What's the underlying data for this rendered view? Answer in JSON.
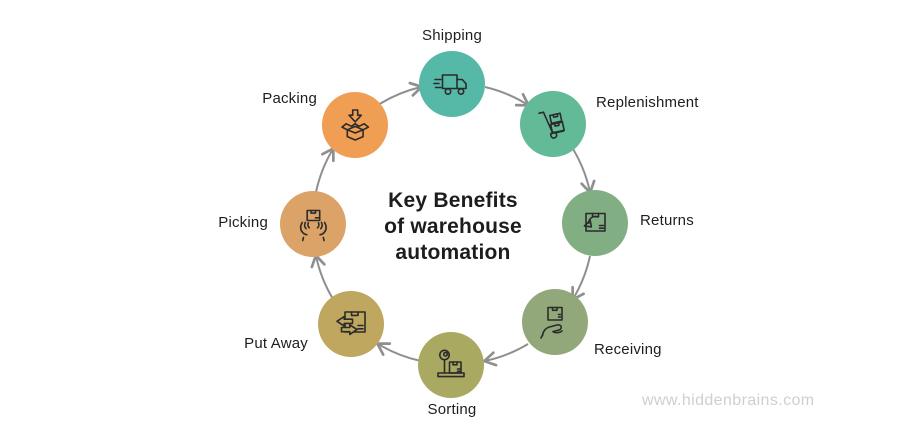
{
  "diagram": {
    "title": {
      "line1": "Key Benefits",
      "line2": "of warehouse",
      "line3": "automation"
    },
    "watermark": "www.hiddenbrains.com",
    "flow_direction": "clockwise",
    "sequence": [
      "Shipping",
      "Replenishment",
      "Returns",
      "Receiving",
      "Sorting",
      "Put Away",
      "Picking",
      "Packing"
    ]
  },
  "colors": {
    "arrow": "#8f8f8f",
    "icon": "#2b2b2b",
    "background": "#ffffff"
  },
  "nodes": [
    {
      "label": "Shipping",
      "color": "#56b9a8",
      "icon": "truck-icon",
      "position": "top"
    },
    {
      "label": "Replenishment",
      "color": "#62ba97",
      "icon": "hand-truck-icon",
      "position": "top-right"
    },
    {
      "label": "Returns",
      "color": "#82ae84",
      "icon": "return-box-icon",
      "position": "right"
    },
    {
      "label": "Receiving",
      "color": "#93a87a",
      "icon": "hand-receive-box-icon",
      "position": "bottom-right"
    },
    {
      "label": "Sorting",
      "color": "#aaa962",
      "icon": "scale-box-icon",
      "position": "bottom"
    },
    {
      "label": "Put Away",
      "color": "#bfa75f",
      "icon": "swap-arrows-box-icon",
      "position": "bottom-left"
    },
    {
      "label": "Picking",
      "color": "#dba367",
      "icon": "hands-holding-box-icon",
      "position": "left"
    },
    {
      "label": "Packing",
      "color": "#f09e53",
      "icon": "open-box-arrow-icon",
      "position": "top-left"
    }
  ]
}
